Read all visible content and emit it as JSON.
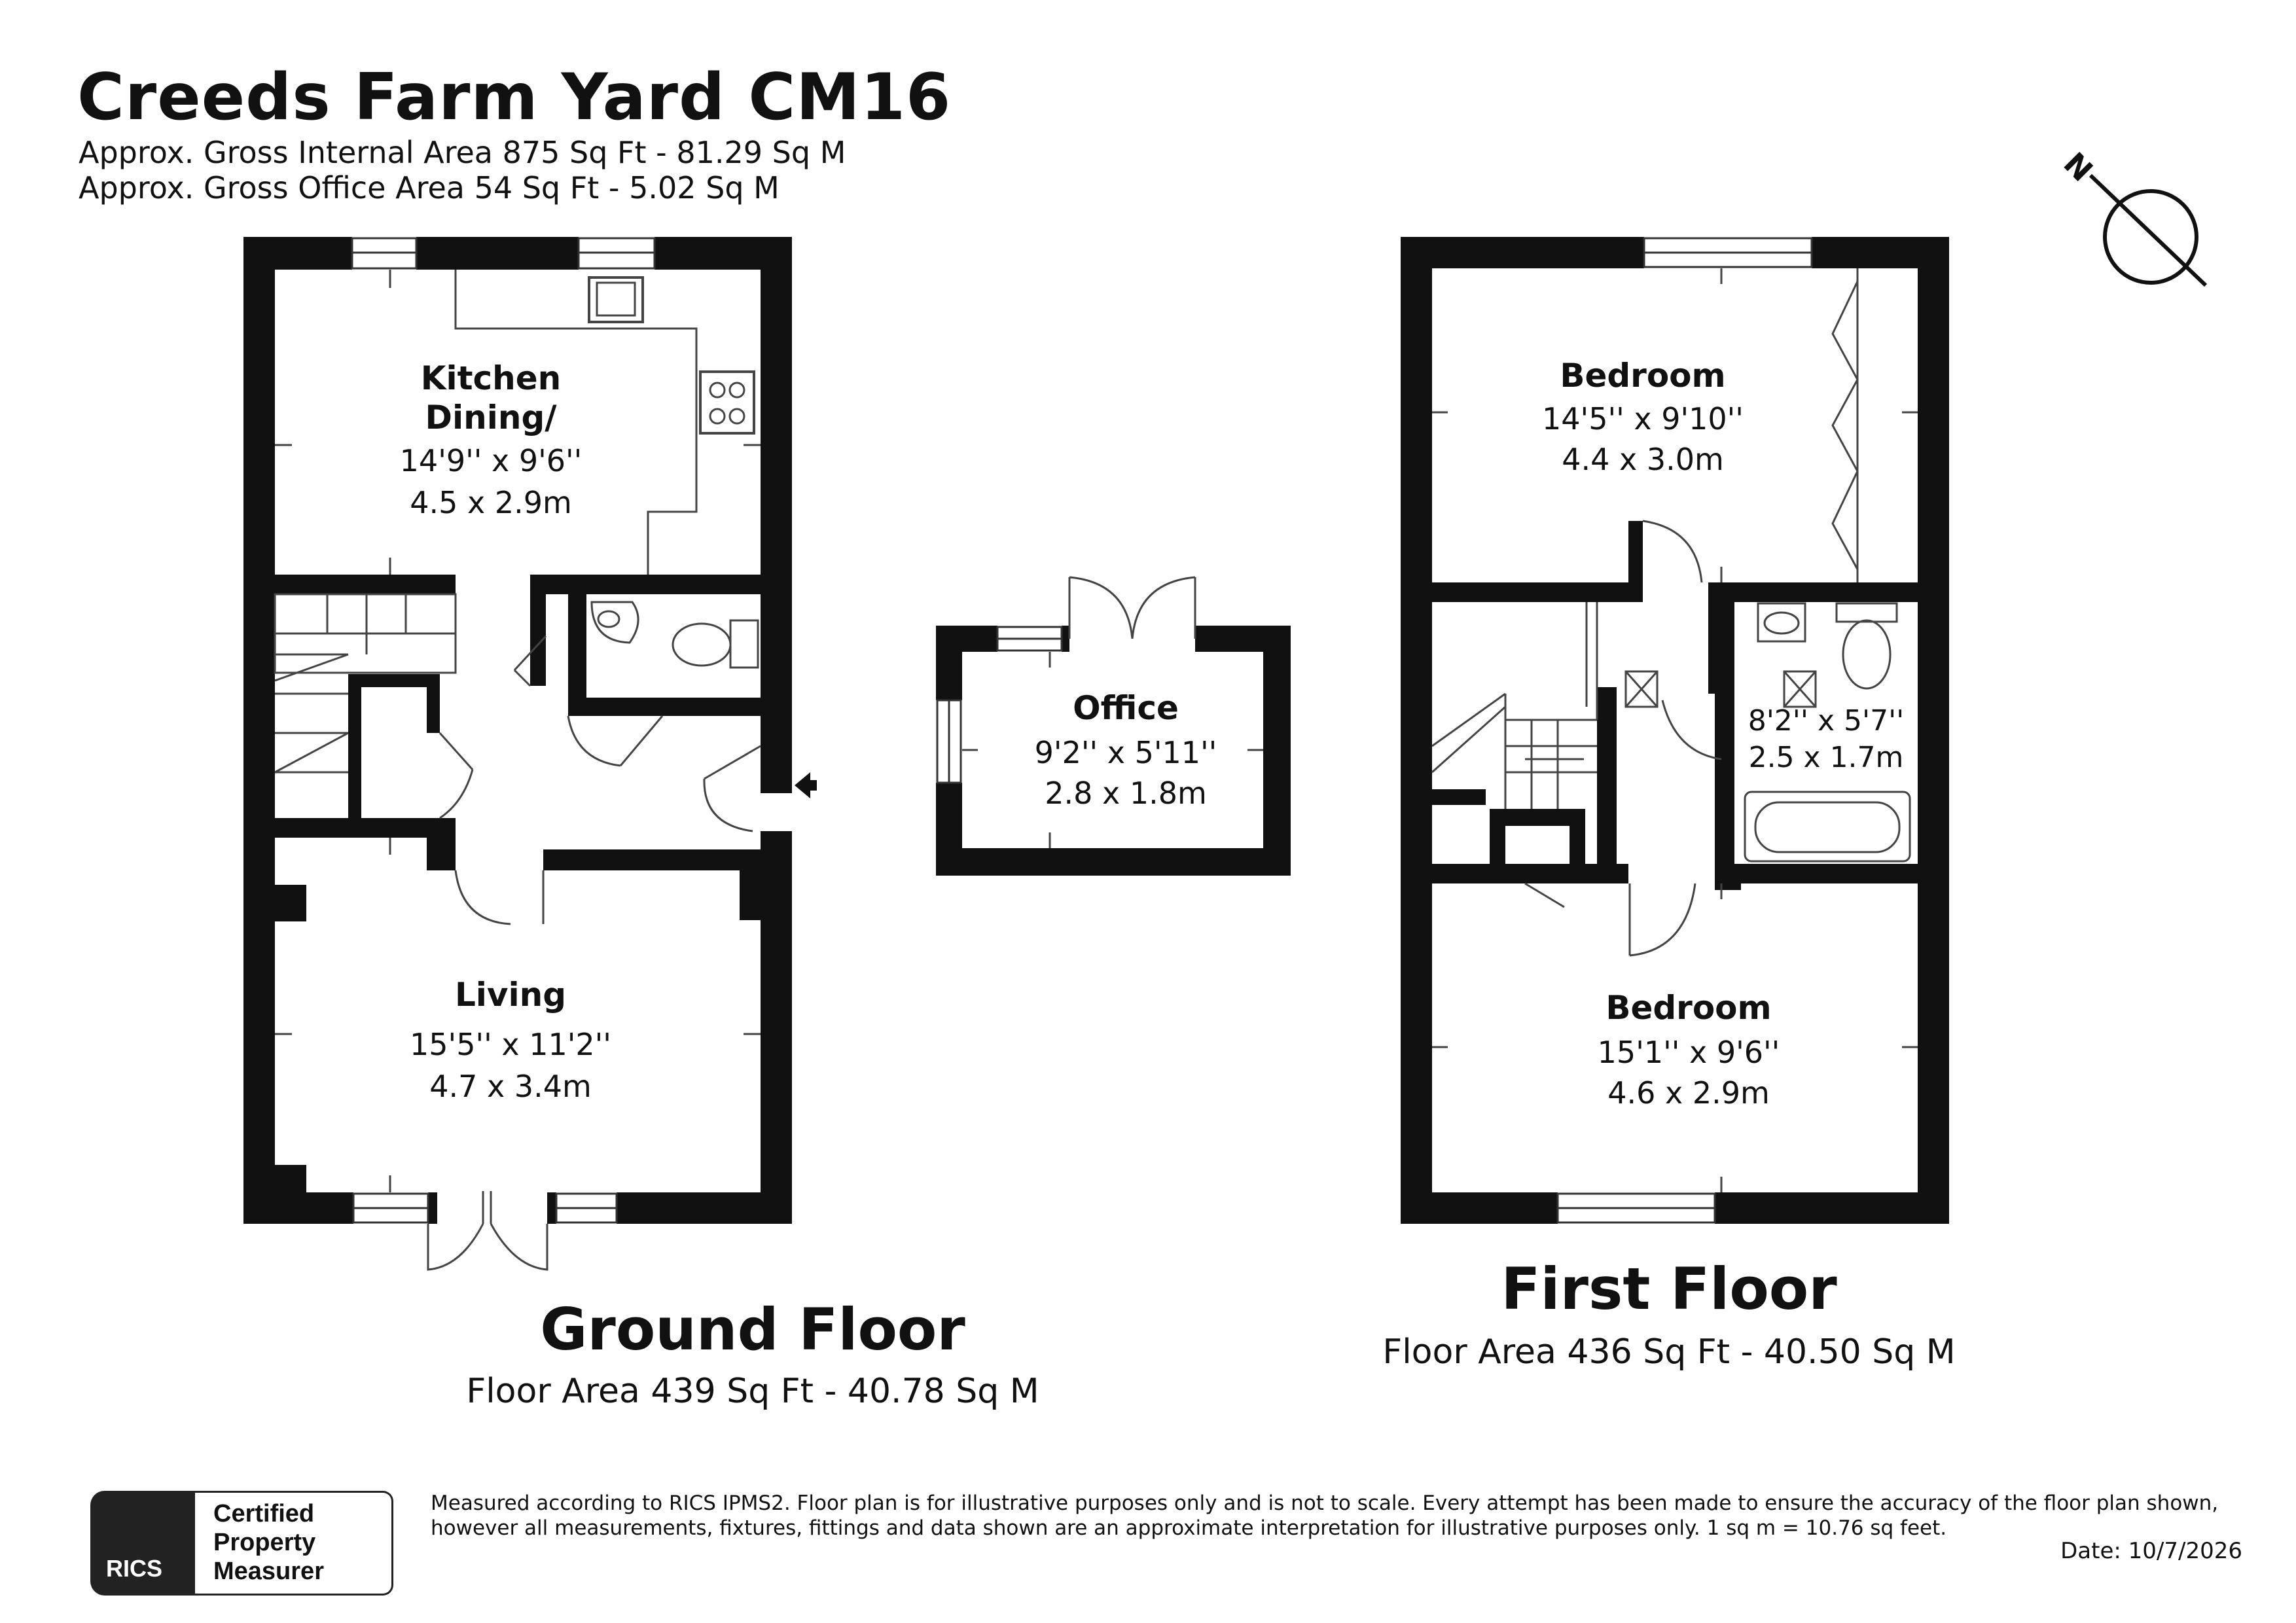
{
  "header": {
    "title": "Creeds Farm Yard CM16",
    "gross_internal": "Approx. Gross Internal Area 875 Sq Ft - 81.29 Sq M",
    "gross_office": "Approx. Gross Office Area 54 Sq Ft - 5.02 Sq M"
  },
  "compass": {
    "label": "N",
    "icon": "compass-icon"
  },
  "ground_floor": {
    "title": "Ground Floor",
    "area": "Floor Area 439 Sq Ft - 40.78 Sq M",
    "rooms": {
      "kitchen": {
        "name_line1": "Kitchen",
        "name_line2": "Dining/",
        "dim_imperial": "14'9'' x 9'6''",
        "dim_metric": "4.5 x 2.9m"
      },
      "living": {
        "name": "Living",
        "dim_imperial": "15'5'' x 11'2''",
        "dim_metric": "4.7 x 3.4m"
      }
    }
  },
  "office": {
    "name": "Office",
    "dim_imperial": "9'2'' x 5'11''",
    "dim_metric": "2.8 x 1.8m"
  },
  "first_floor": {
    "title": "First Floor",
    "area": "Floor Area 436 Sq Ft - 40.50 Sq M",
    "rooms": {
      "bedroom1": {
        "name": "Bedroom",
        "dim_imperial": "14'5'' x 9'10''",
        "dim_metric": "4.4 x 3.0m"
      },
      "bathroom": {
        "dim_imperial": "8'2'' x 5'7''",
        "dim_metric": "2.5 x 1.7m"
      },
      "bedroom2": {
        "name": "Bedroom",
        "dim_imperial": "15'1'' x 9'6''",
        "dim_metric": "4.6 x 2.9m"
      }
    }
  },
  "footer": {
    "disclaimer_line1": "Measured according to RICS IPMS2. Floor plan is for illustrative purposes only and is not to scale. Every attempt has been made to ensure the accuracy of the floor plan shown,",
    "disclaimer_line2": "however all measurements, fixtures, fittings and data shown are an approximate interpretation for illustrative purposes only. 1 sq m = 10.76 sq feet.",
    "date": "Date: 10/7/2026",
    "rics_logo_text": "RICS",
    "cert_line1": "Certified",
    "cert_line2": "Property",
    "cert_line3": "Measurer"
  },
  "colors": {
    "wall": "#111111",
    "line": "#333333",
    "fixture": "#555555"
  }
}
